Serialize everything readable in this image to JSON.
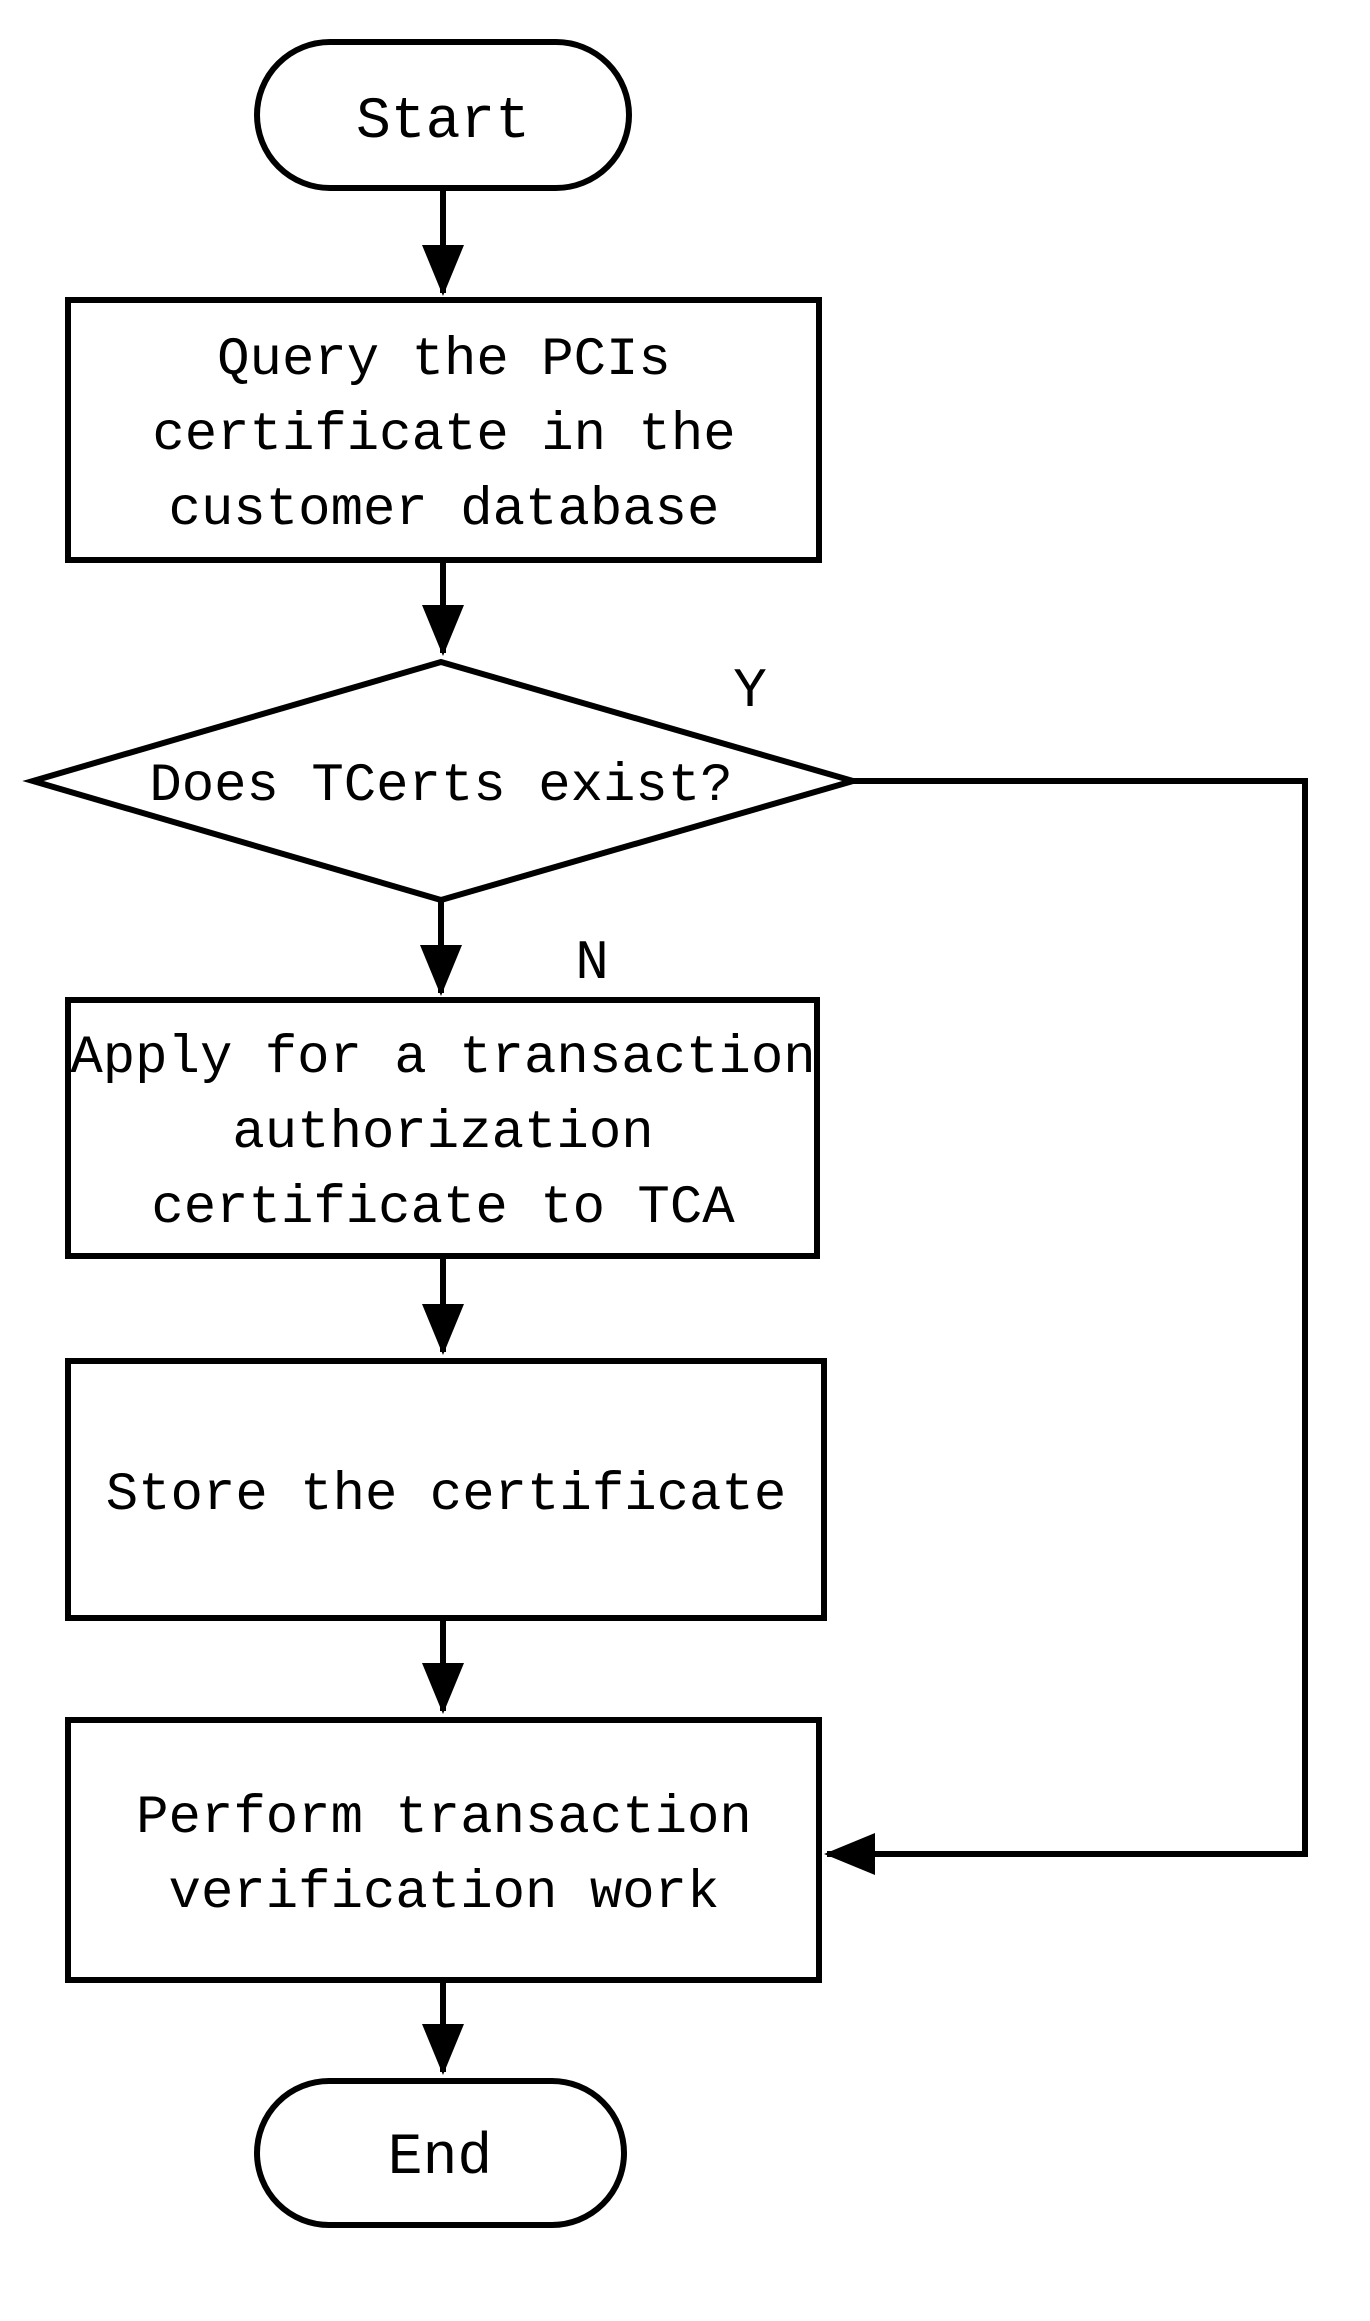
{
  "figure": {
    "type": "flowchart",
    "background_color": "#ffffff",
    "line_color": "#000000",
    "text_color": "#000000"
  },
  "nodes": {
    "start": {
      "shape": "terminator",
      "label": "Start"
    },
    "query": {
      "shape": "process",
      "label": "Query the PCIs certificate in the customer database",
      "lines": [
        "Query the PCIs",
        "certificate in the",
        "customer database"
      ]
    },
    "decision": {
      "shape": "decision",
      "label": "Does TCerts exist?"
    },
    "apply": {
      "shape": "process",
      "label": "Apply for a transaction authorization certificate to TCA",
      "lines": [
        "Apply for a transaction",
        "authorization",
        "certificate to TCA"
      ]
    },
    "store": {
      "shape": "process",
      "label": "Store the certificate",
      "lines": [
        "Store the certificate"
      ]
    },
    "perform": {
      "shape": "process",
      "label": "Perform transaction verification work",
      "lines": [
        "Perform transaction",
        "verification work"
      ]
    },
    "end": {
      "shape": "terminator",
      "label": "End"
    }
  },
  "edges": [
    {
      "from": "start",
      "to": "query",
      "label": ""
    },
    {
      "from": "query",
      "to": "decision",
      "label": ""
    },
    {
      "from": "decision",
      "to": "apply",
      "label": "N"
    },
    {
      "from": "apply",
      "to": "store",
      "label": ""
    },
    {
      "from": "store",
      "to": "perform",
      "label": ""
    },
    {
      "from": "perform",
      "to": "end",
      "label": ""
    },
    {
      "from": "decision",
      "to": "perform",
      "label": "Y"
    }
  ]
}
